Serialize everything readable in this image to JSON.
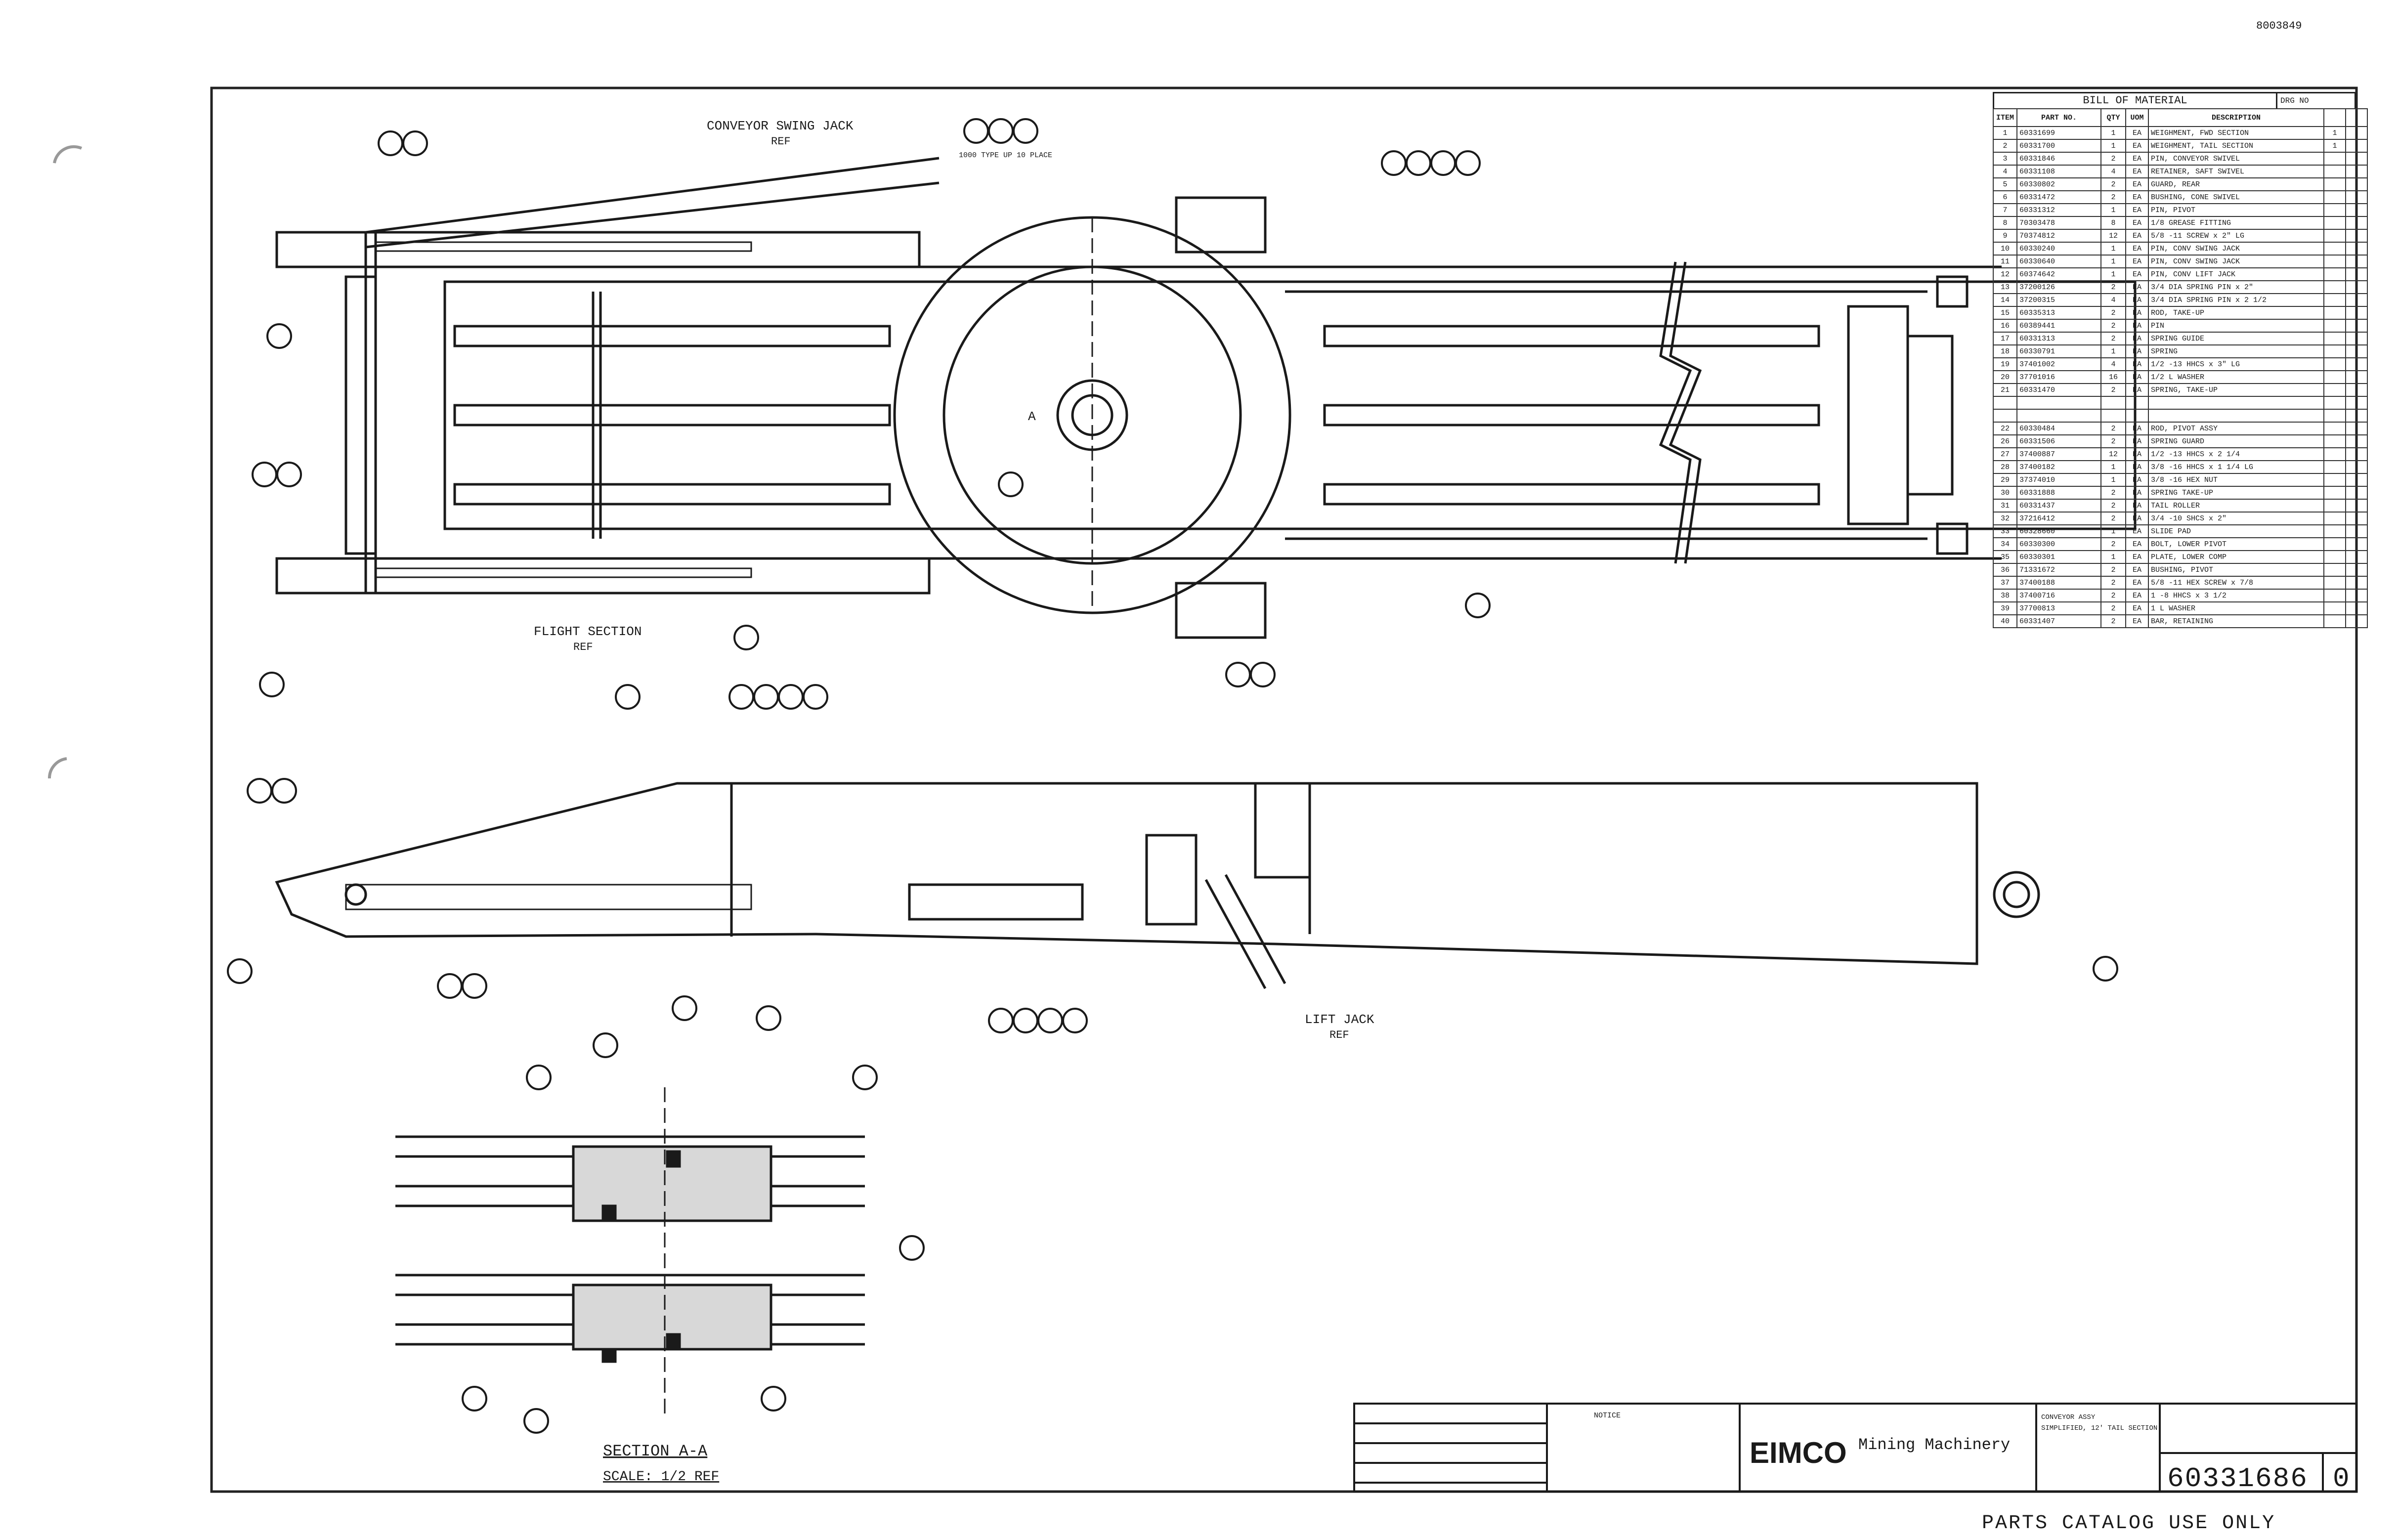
{
  "header": {
    "doc_code": "8003849"
  },
  "callouts": {
    "conveyor_swing_jack": "CONVEYOR SWING JACK",
    "conveyor_swing_jack_ref": "REF",
    "bolt_note": "1000 TYPE UP 10 PLACE",
    "flight_section": "FLIGHT SECTION",
    "flight_section_ref": "REF",
    "lift_jack": "LIFT JACK",
    "lift_jack_ref": "REF",
    "section_a": "A"
  },
  "section_label": {
    "title": "SECTION A-A",
    "scale": "SCALE: 1/2 REF"
  },
  "bom": {
    "title": "BILL OF MATERIAL",
    "drg_label": "DRG NO",
    "headers": [
      "ITEM",
      "PART NO.",
      "QTY",
      "UOM",
      "DESCRIPTION",
      "",
      ""
    ],
    "rows": [
      [
        "1",
        "60331699",
        "1",
        "EA",
        "WEIGHMENT, FWD SECTION",
        "1",
        ""
      ],
      [
        "2",
        "60331700",
        "1",
        "EA",
        "WEIGHMENT, TAIL SECTION",
        "1",
        ""
      ],
      [
        "3",
        "60331846",
        "2",
        "EA",
        "PIN, CONVEYOR SWIVEL",
        "",
        ""
      ],
      [
        "4",
        "60331108",
        "4",
        "EA",
        "RETAINER, SAFT SWIVEL",
        "",
        ""
      ],
      [
        "5",
        "60330802",
        "2",
        "EA",
        "GUARD, REAR",
        "",
        ""
      ],
      [
        "6",
        "60331472",
        "2",
        "EA",
        "BUSHING, CONE SWIVEL",
        "",
        ""
      ],
      [
        "7",
        "60331312",
        "1",
        "EA",
        "PIN, PIVOT",
        "",
        ""
      ],
      [
        "8",
        "70303478",
        "8",
        "EA",
        "1/8 GREASE FITTING",
        "",
        ""
      ],
      [
        "9",
        "70374812",
        "12",
        "EA",
        "5/8 -11 SCREW x 2\" LG",
        "",
        ""
      ],
      [
        "10",
        "60330240",
        "1",
        "EA",
        "PIN, CONV SWING JACK",
        "",
        ""
      ],
      [
        "11",
        "60330640",
        "1",
        "EA",
        "PIN, CONV SWING JACK",
        "",
        ""
      ],
      [
        "12",
        "60374642",
        "1",
        "EA",
        "PIN, CONV LIFT JACK",
        "",
        ""
      ],
      [
        "13",
        "37200126",
        "2",
        "EA",
        "3/4 DIA SPRING PIN x 2\"",
        "",
        ""
      ],
      [
        "14",
        "37200315",
        "4",
        "EA",
        "3/4 DIA SPRING PIN x 2 1/2",
        "",
        ""
      ],
      [
        "15",
        "60335313",
        "2",
        "EA",
        "ROD, TAKE-UP",
        "",
        ""
      ],
      [
        "16",
        "60389441",
        "2",
        "EA",
        "PIN",
        "",
        ""
      ],
      [
        "17",
        "60331313",
        "2",
        "EA",
        "SPRING GUIDE",
        "",
        ""
      ],
      [
        "18",
        "60330791",
        "1",
        "EA",
        "SPRING",
        "",
        ""
      ],
      [
        "19",
        "37401002",
        "4",
        "EA",
        "1/2 -13 HHCS x 3\" LG",
        "",
        ""
      ],
      [
        "20",
        "37701016",
        "16",
        "EA",
        "1/2 L WASHER",
        "",
        ""
      ],
      [
        "21",
        "60331470",
        "2",
        "EA",
        "SPRING, TAKE-UP",
        "",
        ""
      ],
      [
        "",
        "",
        "",
        "",
        "",
        "",
        ""
      ],
      [
        "",
        "",
        "",
        "",
        "",
        "",
        ""
      ],
      [
        "22",
        "60330484",
        "2",
        "EA",
        "ROD, PIVOT ASSY",
        "",
        ""
      ],
      [
        "26",
        "60331506",
        "2",
        "EA",
        "SPRING GUARD",
        "",
        ""
      ],
      [
        "27",
        "37400887",
        "12",
        "EA",
        "1/2 -13 HHCS x 2 1/4",
        "",
        ""
      ],
      [
        "28",
        "37400182",
        "1",
        "EA",
        "3/8 -16 HHCS x 1 1/4 LG",
        "",
        ""
      ],
      [
        "29",
        "37374010",
        "1",
        "EA",
        "3/8 -16 HEX NUT",
        "",
        ""
      ],
      [
        "30",
        "60331888",
        "2",
        "EA",
        "SPRING TAKE-UP",
        "",
        ""
      ],
      [
        "31",
        "60331437",
        "2",
        "EA",
        "TAIL ROLLER",
        "",
        ""
      ],
      [
        "32",
        "37216412",
        "2",
        "EA",
        "3/4 -10 SHCS x 2\"",
        "",
        ""
      ],
      [
        "33",
        "60328660",
        "1",
        "EA",
        "SLIDE PAD",
        "",
        ""
      ],
      [
        "34",
        "60330300",
        "2",
        "EA",
        "BOLT, LOWER PIVOT",
        "",
        ""
      ],
      [
        "35",
        "60330301",
        "1",
        "EA",
        "PLATE, LOWER COMP",
        "",
        ""
      ],
      [
        "36",
        "71331672",
        "2",
        "EA",
        "BUSHING, PIVOT",
        "",
        ""
      ],
      [
        "37",
        "37400188",
        "2",
        "EA",
        "5/8 -11 HEX SCREW x 7/8",
        "",
        ""
      ],
      [
        "38",
        "37400716",
        "2",
        "EA",
        "1 -8 HHCS x 3 1/2",
        "",
        ""
      ],
      [
        "39",
        "37700813",
        "2",
        "EA",
        "1 L WASHER",
        "",
        ""
      ],
      [
        "40",
        "60331407",
        "2",
        "EA",
        "BAR, RETAINING",
        "",
        ""
      ]
    ]
  },
  "title_block": {
    "notice": "NOTICE",
    "company": "EIMCO",
    "division": "Mining Machinery",
    "drawing_title_1": "CONVEYOR ASSY",
    "drawing_title_2": "SIMPLIFIED, 12' TAIL SECTION",
    "drawing_number": "60331686",
    "revision": "0"
  },
  "footer": {
    "stamp": "PARTS CATALOG USE ONLY"
  }
}
